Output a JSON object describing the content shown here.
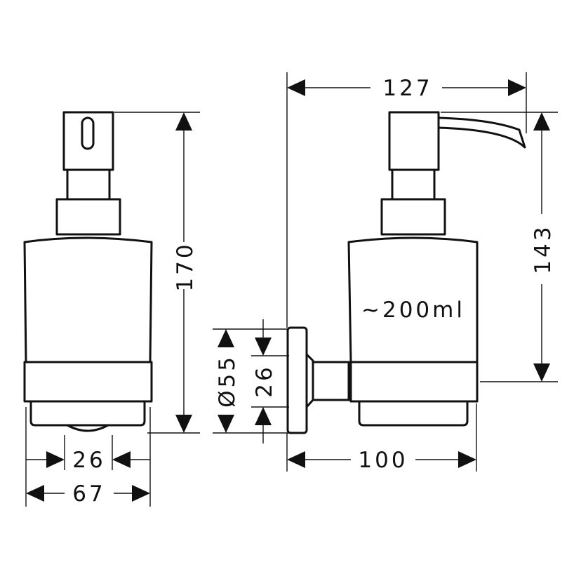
{
  "dimensions": {
    "total_width": "127",
    "height_overall": "170",
    "height_bracket": "143",
    "diameter": "Ø55",
    "rosette_height": "26",
    "projection": "100",
    "base_width": "26",
    "body_width": "67",
    "capacity": "~200ml"
  }
}
